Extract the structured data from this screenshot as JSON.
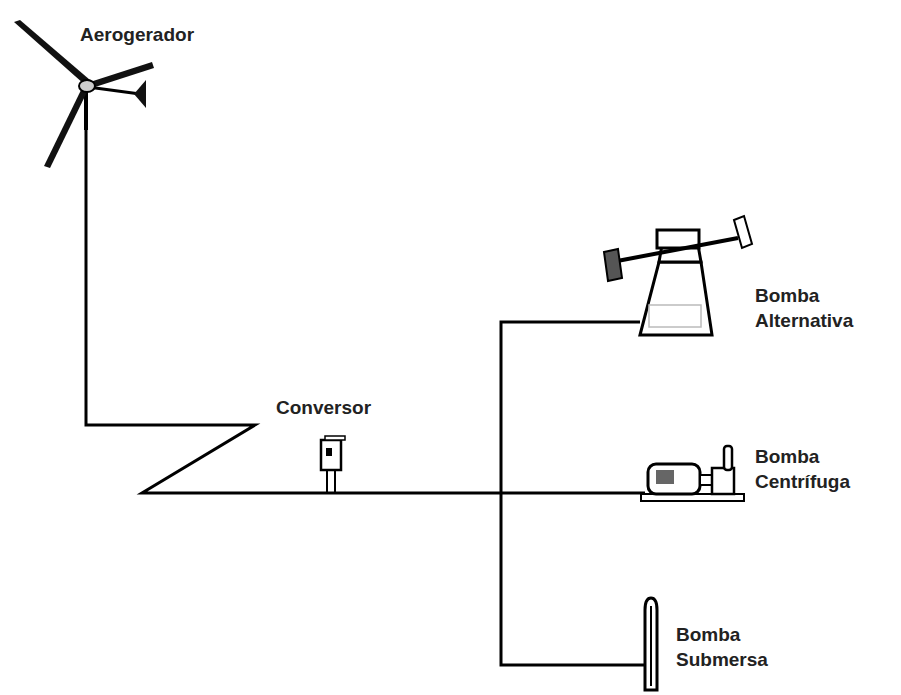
{
  "diagram": {
    "labels": [
      "Aerogerador",
      "Conversor",
      "Bomba Alternativa",
      "Bomba Centrífuga",
      "Bomba Submersa"
    ]
  }
}
